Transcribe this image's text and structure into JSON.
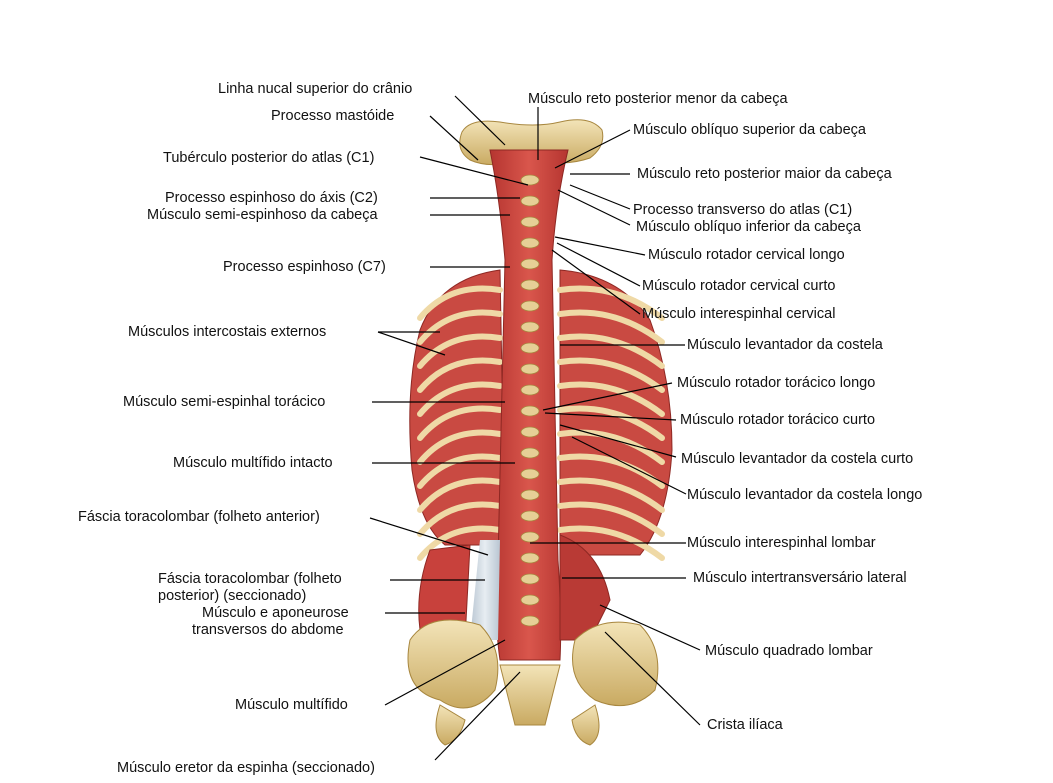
{
  "labels": {
    "linha_nucal": "Linha nucal superior do crânio",
    "processo_mastoide": "Processo mastóide",
    "tuberculo_atlas": "Tubérculo posterior do atlas (C1)",
    "processo_axis": "Processo espinhoso do áxis (C2)",
    "semi_espinhoso_cabeca": "Músculo semi-espinhoso da cabeça",
    "processo_c7": "Processo espinhoso (C7)",
    "intercostais_externos": "Músculos intercostais externos",
    "semi_espinhal_toracico": "Músculo semi-espinhal torácico",
    "multifido_intacto": "Músculo multífido intacto",
    "fascia_anterior": "Fáscia toracolombar (folheto anterior)",
    "fascia_posterior_1": "Fáscia toracolombar (folheto",
    "fascia_posterior_2": "posterior) (seccionado)",
    "transversos_1": "Músculo e aponeurose",
    "transversos_2": "transversos do abdome",
    "multifido": "Músculo multífido",
    "eretor_espinha": "Músculo eretor da espinha (seccionado)",
    "reto_menor": "Músculo reto posterior menor da cabeça",
    "obliquo_superior": "Músculo oblíquo superior da cabeça",
    "reto_maior": "Músculo reto posterior maior da cabeça",
    "transverso_atlas": "Processo transverso do atlas (C1)",
    "obliquo_inferior": "Músculo oblíquo inferior da cabeça",
    "rotador_cervical_longo": "Músculo rotador cervical longo",
    "rotador_cervical_curto": "Músculo rotador cervical curto",
    "interespinhal_cervical": "Músculo interespinhal cervical",
    "levantador_costela": "Músculo levantador da costela",
    "rotador_toracico_longo": "Músculo rotador torácico longo",
    "rotador_toracico_curto": "Músculo rotador torácico curto",
    "levantador_curto": "Músculo levantador da costela curto",
    "levantador_longo": "Músculo levantador da costela longo",
    "interespinhal_lombar": "Músculo interespinhal lombar",
    "intertransversario": "Músculo intertransversário lateral",
    "quadrado_lombar": "Músculo quadrado lombar",
    "crista_iliaca": "Crista ilíaca"
  },
  "colors": {
    "muscle": "#c8413c",
    "muscle_dark": "#9e2a27",
    "muscle_light": "#e07a70",
    "bone": "#e9d4a0",
    "bone_dark": "#b89a55",
    "fascia": "#cfd8e0",
    "leader": "#000000"
  }
}
